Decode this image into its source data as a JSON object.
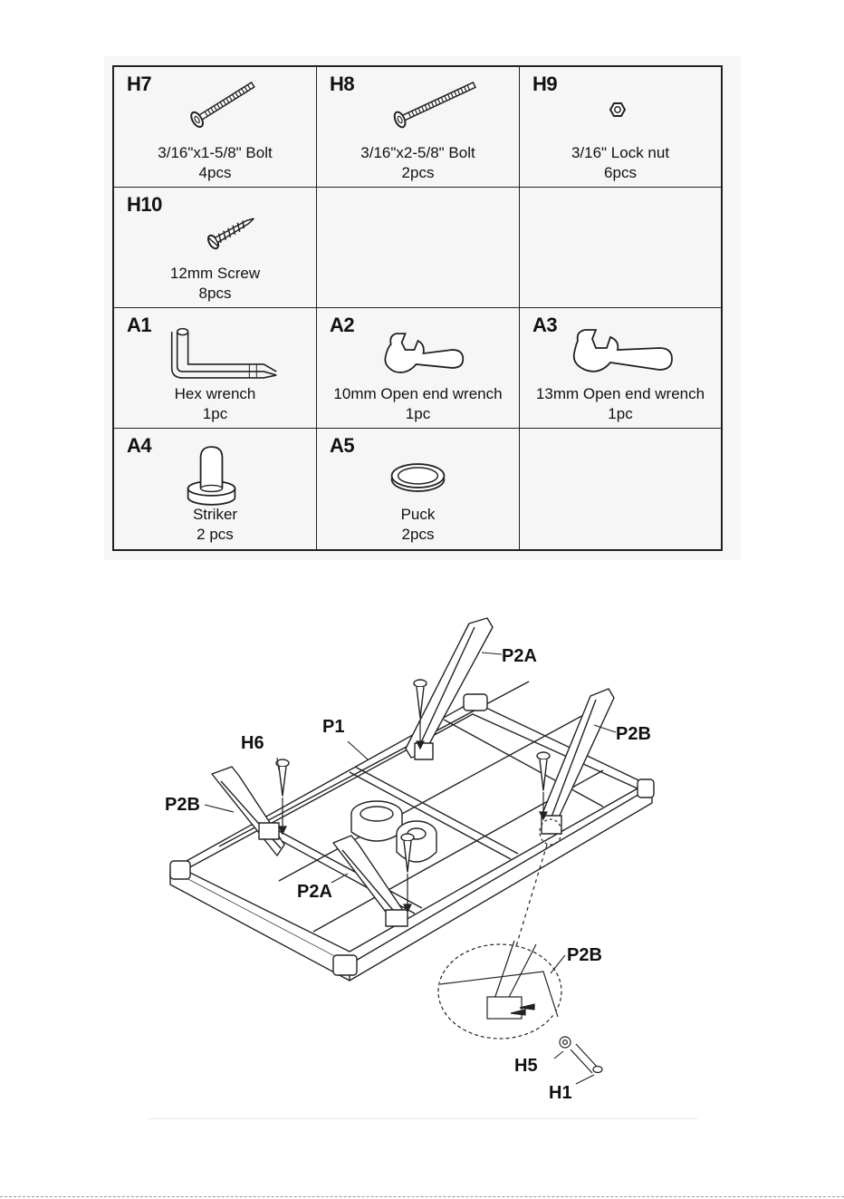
{
  "parts_table": {
    "rows": [
      [
        {
          "code": "H7",
          "name": "3/16\"x1-5/8\" Bolt",
          "qty": "4pcs",
          "icon": "short-bolt-icon"
        },
        {
          "code": "H8",
          "name": "3/16\"x2-5/8\" Bolt",
          "qty": "2pcs",
          "icon": "long-bolt-icon"
        },
        {
          "code": "H9",
          "name": "3/16\" Lock nut",
          "qty": "6pcs",
          "icon": "lock-nut-icon"
        }
      ],
      [
        {
          "code": "H10",
          "name": "12mm Screw",
          "qty": "8pcs",
          "icon": "screw-icon"
        },
        {
          "code": "",
          "name": "",
          "qty": ""
        },
        {
          "code": "",
          "name": "",
          "qty": ""
        }
      ],
      [
        {
          "code": "A1",
          "name": "Hex wrench",
          "qty": "1pc",
          "icon": "hex-wrench-icon"
        },
        {
          "code": "A2",
          "name": "10mm Open end wrench",
          "qty": "1pc",
          "icon": "open-end-wrench-icon"
        },
        {
          "code": "A3",
          "name": "13mm Open end wrench",
          "qty": "1pc",
          "icon": "open-end-wrench-icon"
        }
      ],
      [
        {
          "code": "A4",
          "name": "Striker",
          "qty": "2 pcs",
          "icon": "striker-icon"
        },
        {
          "code": "A5",
          "name": "Puck",
          "qty": "2pcs",
          "icon": "puck-icon"
        },
        {
          "code": "",
          "name": "",
          "qty": ""
        }
      ]
    ]
  },
  "diagram": {
    "labels": {
      "p2a_top": "P2A",
      "p2b_right": "P2B",
      "p1": "P1",
      "h6": "H6",
      "p2b_left": "P2B",
      "p2a_bottom": "P2A",
      "p2b_detail": "P2B",
      "h5": "H5",
      "h1": "H1"
    }
  }
}
